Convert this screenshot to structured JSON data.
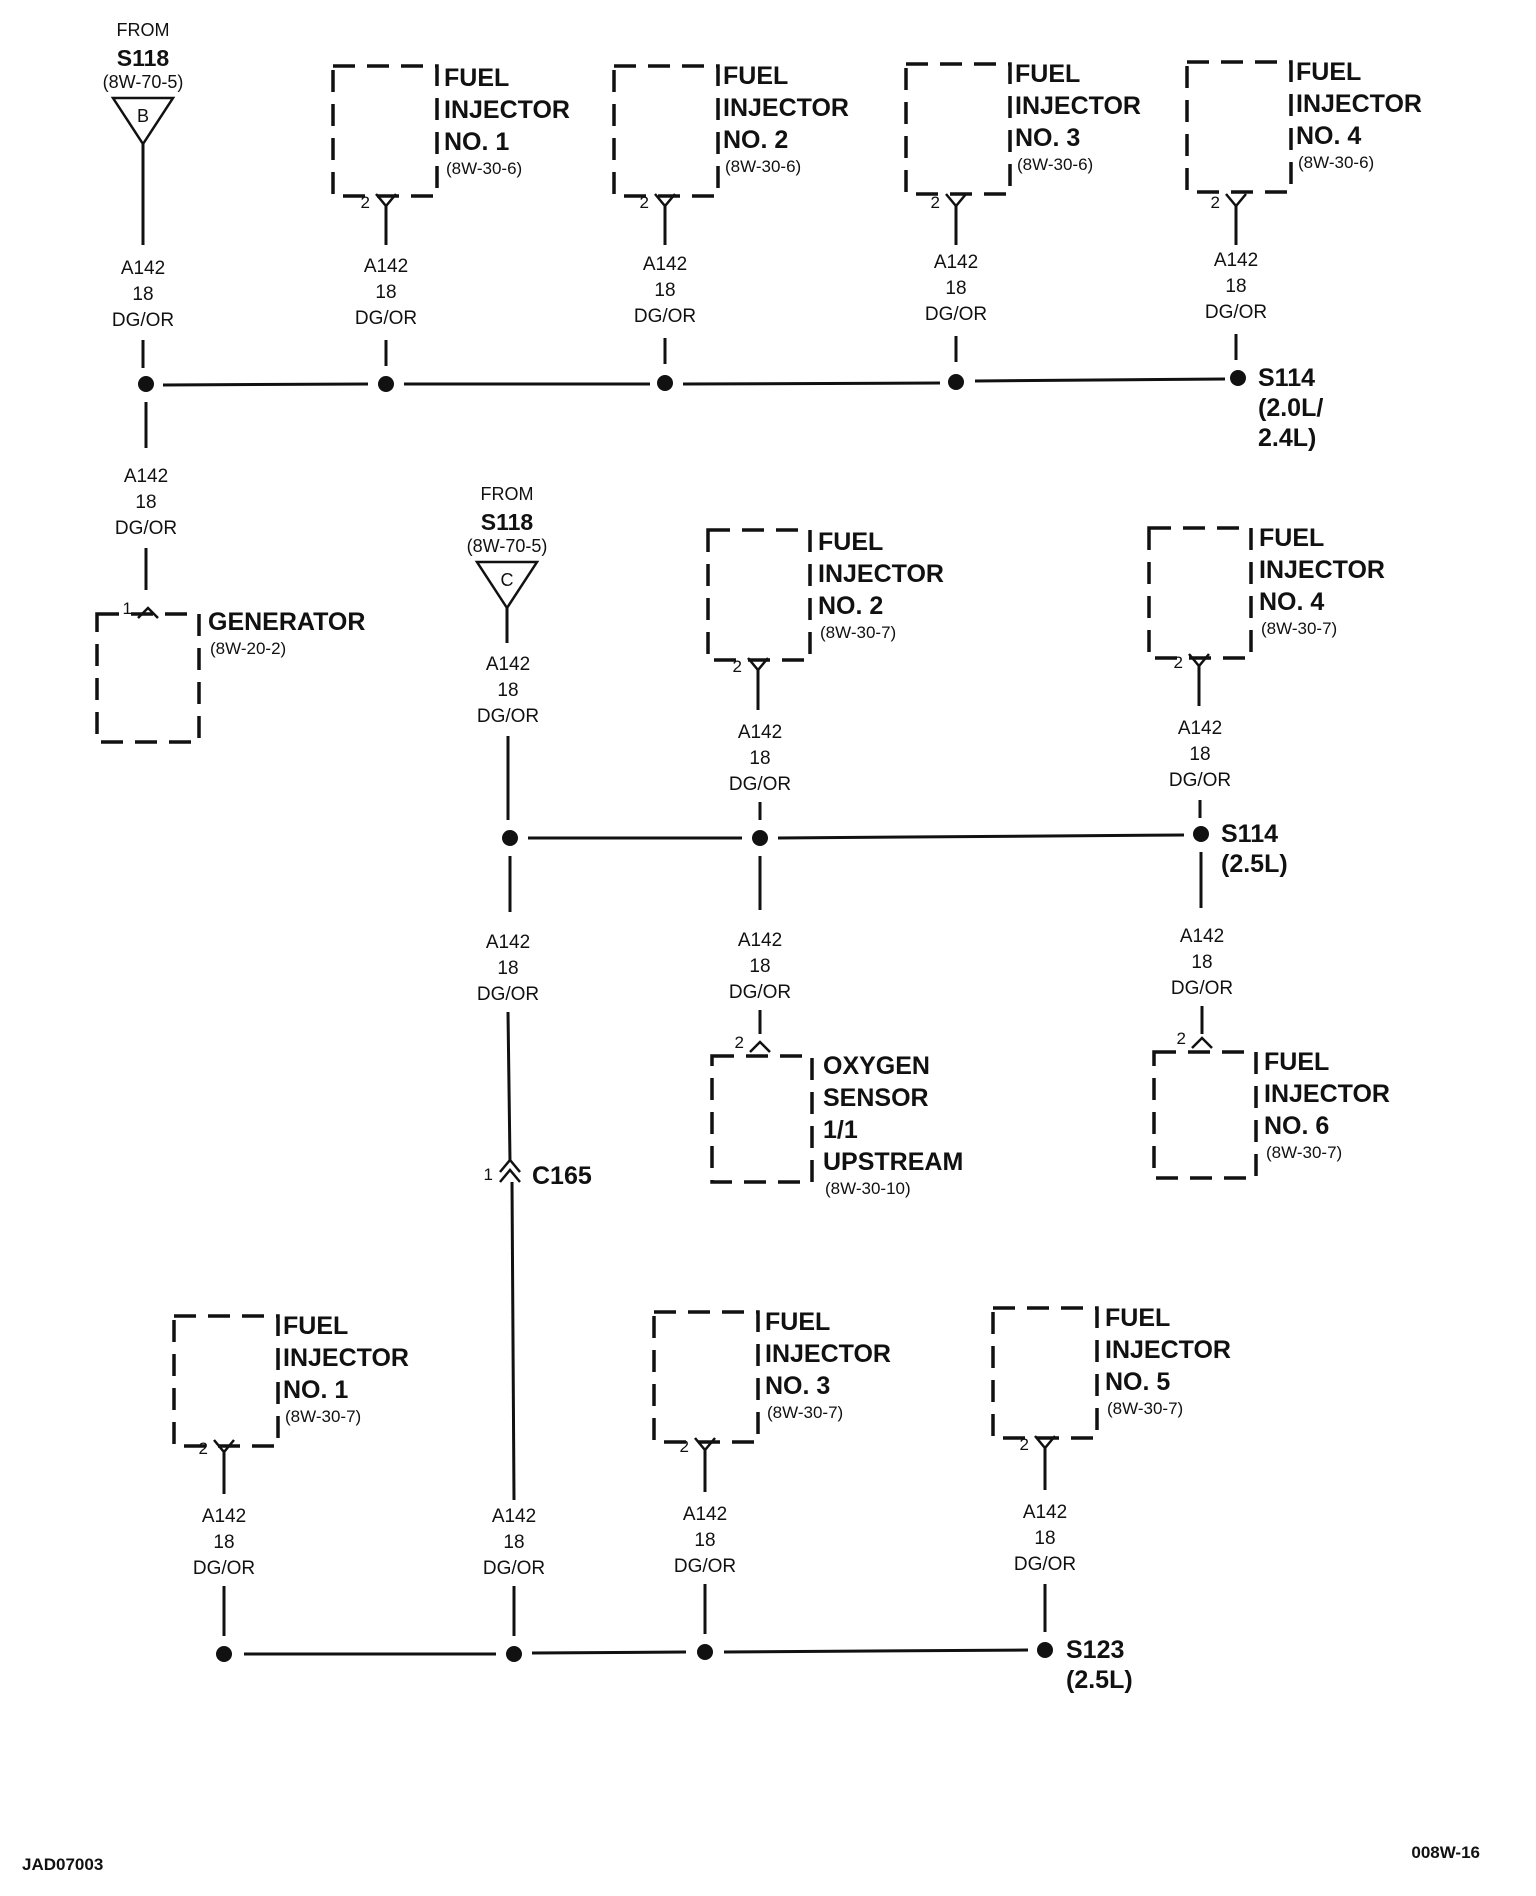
{
  "wire": {
    "circuit": "A142",
    "gauge": "18",
    "color": "DG/OR"
  },
  "sources": [
    {
      "id": "s118_b",
      "from": "FROM",
      "name": "S118",
      "ref": "(8W-70-5)",
      "letter": "B"
    },
    {
      "id": "s118_c",
      "from": "FROM",
      "name": "S118",
      "ref": "(8W-70-5)",
      "letter": "C"
    }
  ],
  "components": [
    {
      "id": "inj1_a",
      "lines": [
        "FUEL",
        "INJECTOR",
        "NO. 1"
      ],
      "ref": "(8W-30-6)",
      "pin": "2"
    },
    {
      "id": "inj2_a",
      "lines": [
        "FUEL",
        "INJECTOR",
        "NO. 2"
      ],
      "ref": "(8W-30-6)",
      "pin": "2"
    },
    {
      "id": "inj3_a",
      "lines": [
        "FUEL",
        "INJECTOR",
        "NO. 3"
      ],
      "ref": "(8W-30-6)",
      "pin": "2"
    },
    {
      "id": "inj4_a",
      "lines": [
        "FUEL",
        "INJECTOR",
        "NO. 4"
      ],
      "ref": "(8W-30-6)",
      "pin": "2"
    },
    {
      "id": "generator",
      "lines": [
        "GENERATOR"
      ],
      "ref": "(8W-20-2)",
      "pin": "1"
    },
    {
      "id": "inj2_b",
      "lines": [
        "FUEL",
        "INJECTOR",
        "NO. 2"
      ],
      "ref": "(8W-30-7)",
      "pin": "2"
    },
    {
      "id": "inj4_b",
      "lines": [
        "FUEL",
        "INJECTOR",
        "NO. 4"
      ],
      "ref": "(8W-30-7)",
      "pin": "2"
    },
    {
      "id": "o2",
      "lines": [
        "OXYGEN",
        "SENSOR",
        "1/1",
        "UPSTREAM"
      ],
      "ref": "(8W-30-10)",
      "pin": "2"
    },
    {
      "id": "inj6_b",
      "lines": [
        "FUEL",
        "INJECTOR",
        "NO. 6"
      ],
      "ref": "(8W-30-7)",
      "pin": "2"
    },
    {
      "id": "inj1_b",
      "lines": [
        "FUEL",
        "INJECTOR",
        "NO. 1"
      ],
      "ref": "(8W-30-7)",
      "pin": "2"
    },
    {
      "id": "inj3_b",
      "lines": [
        "FUEL",
        "INJECTOR",
        "NO. 3"
      ],
      "ref": "(8W-30-7)",
      "pin": "2"
    },
    {
      "id": "inj5_b",
      "lines": [
        "FUEL",
        "INJECTOR",
        "NO. 5"
      ],
      "ref": "(8W-30-7)",
      "pin": "2"
    }
  ],
  "splices": [
    {
      "id": "s114_a",
      "lines": [
        "S114",
        "(2.0L/",
        "2.4L)"
      ]
    },
    {
      "id": "s114_b",
      "lines": [
        "S114",
        "(2.5L)"
      ]
    },
    {
      "id": "s123",
      "lines": [
        "S123",
        "(2.5L)"
      ]
    }
  ],
  "connector": {
    "id": "c165",
    "name": "C165",
    "pin": "1"
  },
  "footer": {
    "left": "JAD07003",
    "right": "008W-16"
  }
}
